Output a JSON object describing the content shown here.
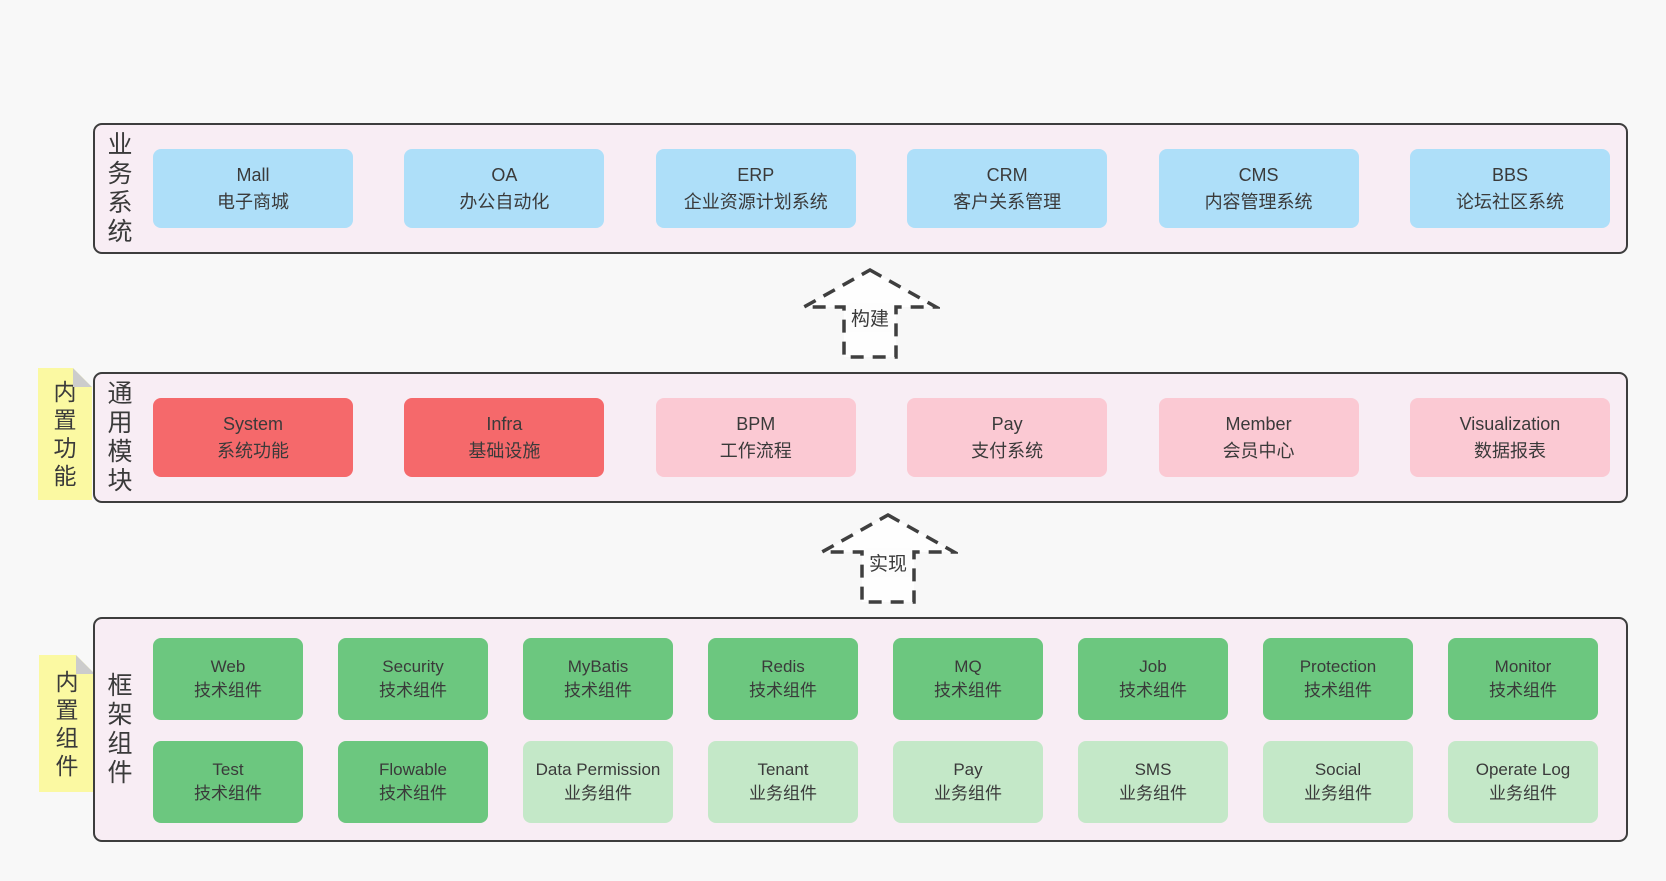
{
  "colors": {
    "page_bg": "#f8f8f8",
    "panel_bg": "#f8edf4",
    "panel_border": "#3d3d3d",
    "blue": "#aedff9",
    "red": "#f5696b",
    "pink": "#fbc9d3",
    "green": "#6cc77f",
    "light_green": "#c4e8c8",
    "note_yellow": "#fbf9a2",
    "note_fold": "#cccccc",
    "text": "#3a3a3a"
  },
  "panels": [
    {
      "label": "业务系统",
      "boxes": [
        {
          "en": "Mall",
          "zh": "电子商城"
        },
        {
          "en": "OA",
          "zh": "办公自动化"
        },
        {
          "en": "ERP",
          "zh": "企业资源计划系统"
        },
        {
          "en": "CRM",
          "zh": "客户关系管理"
        },
        {
          "en": "CMS",
          "zh": "内容管理系统"
        },
        {
          "en": "BBS",
          "zh": "论坛社区系统"
        }
      ]
    },
    {
      "label": "通用模块",
      "note": "内置功能",
      "boxes": [
        {
          "en": "System",
          "zh": "系统功能"
        },
        {
          "en": "Infra",
          "zh": "基础设施"
        },
        {
          "en": "BPM",
          "zh": "工作流程"
        },
        {
          "en": "Pay",
          "zh": "支付系统"
        },
        {
          "en": "Member",
          "zh": "会员中心"
        },
        {
          "en": "Visualization",
          "zh": "数据报表"
        }
      ]
    },
    {
      "label": "框架组件",
      "note": "内置组件",
      "row1": [
        {
          "en": "Web",
          "zh": "技术组件"
        },
        {
          "en": "Security",
          "zh": "技术组件"
        },
        {
          "en": "MyBatis",
          "zh": "技术组件"
        },
        {
          "en": "Redis",
          "zh": "技术组件"
        },
        {
          "en": "MQ",
          "zh": "技术组件"
        },
        {
          "en": "Job",
          "zh": "技术组件"
        },
        {
          "en": "Protection",
          "zh": "技术组件"
        },
        {
          "en": "Monitor",
          "zh": "技术组件"
        }
      ],
      "row2": [
        {
          "en": "Test",
          "zh": "技术组件"
        },
        {
          "en": "Flowable",
          "zh": "技术组件"
        },
        {
          "en": "Data Permission",
          "zh": "业务组件"
        },
        {
          "en": "Tenant",
          "zh": "业务组件"
        },
        {
          "en": "Pay",
          "zh": "业务组件"
        },
        {
          "en": "SMS",
          "zh": "业务组件"
        },
        {
          "en": "Social",
          "zh": "业务组件"
        },
        {
          "en": "Operate Log",
          "zh": "业务组件"
        }
      ]
    }
  ],
  "arrows": [
    {
      "label": "构建"
    },
    {
      "label": "实现"
    }
  ]
}
